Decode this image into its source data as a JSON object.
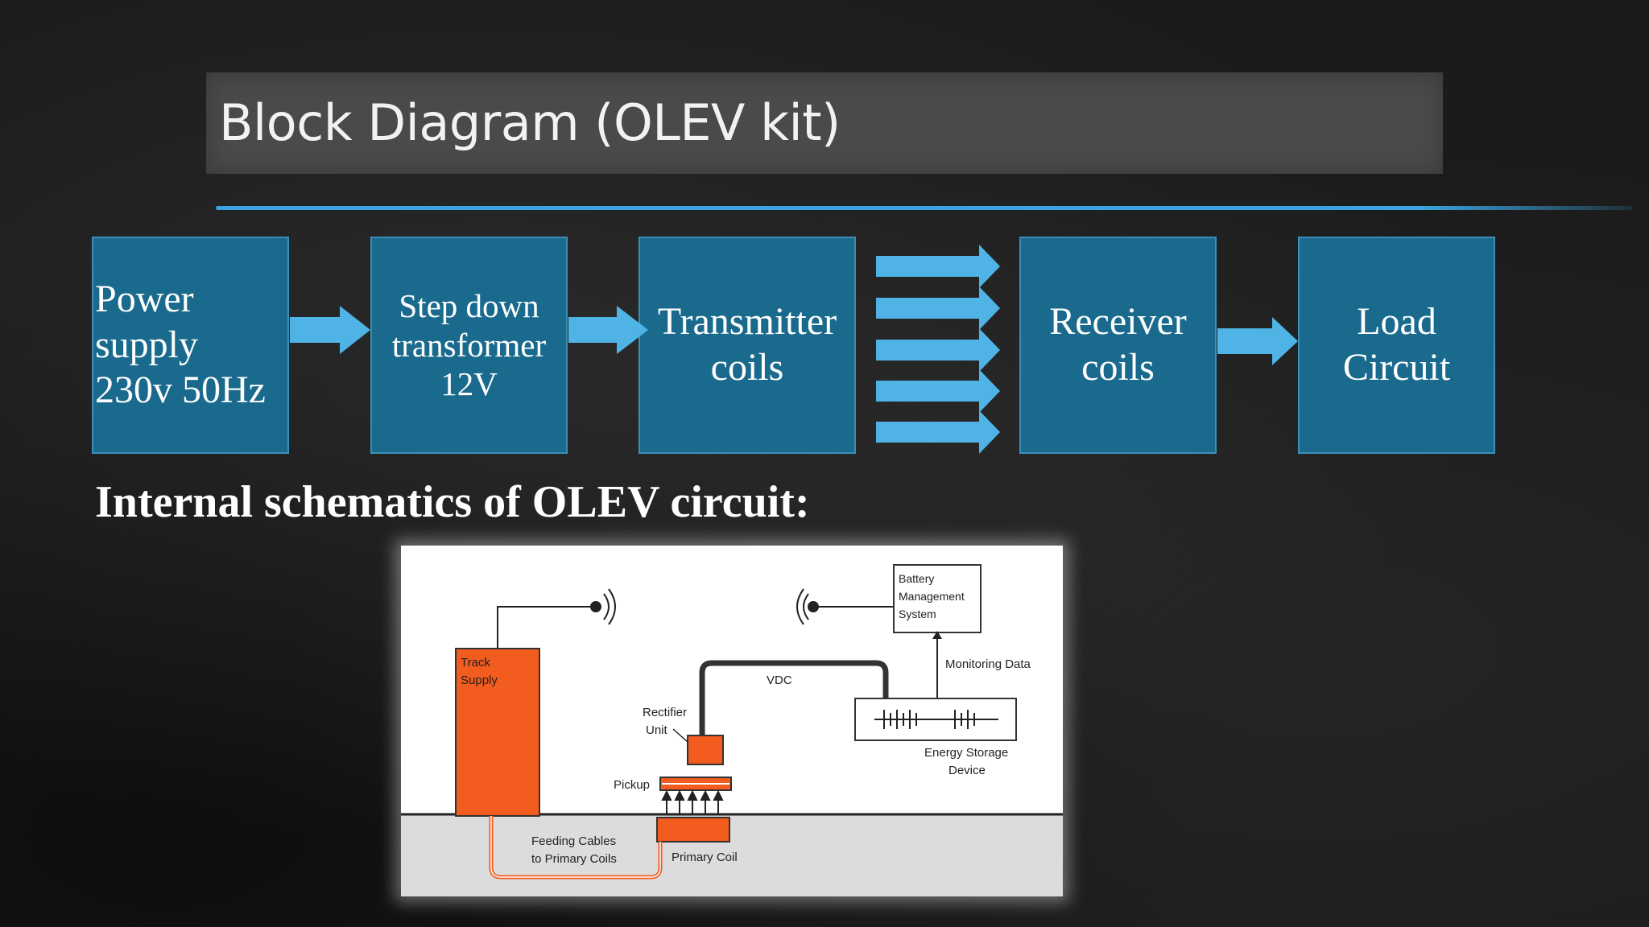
{
  "slide": {
    "title": "Block Diagram (OLEV kit)",
    "subheading": "Internal schematics of OLEV circuit:"
  },
  "blocks": [
    {
      "label": "Power\nsupply\n230v 50Hz"
    },
    {
      "label": "Step down\ntransformer\n12V"
    },
    {
      "label": "Transmitter\ncoils"
    },
    {
      "label": "Receiver\ncoils"
    },
    {
      "label": "Load\nCircuit"
    }
  ],
  "colors": {
    "block_fill": "#1a6a8e",
    "arrow": "#4fb3e6",
    "accent": "#39a4df",
    "schematic_orange": "#f25c1e"
  },
  "schematic": {
    "track_supply": "Track\nSupply",
    "battery_management": "Battery\nManagement\nSystem",
    "monitoring_data": "Monitoring Data",
    "vdc": "VDC",
    "rectifier_unit": "Rectifier\nUnit",
    "pickup": "Pickup",
    "energy_storage": "Energy Storage\nDevice",
    "feeding_cables": "Feeding Cables\nto Primary Coils",
    "primary_coil": "Primary Coil"
  }
}
